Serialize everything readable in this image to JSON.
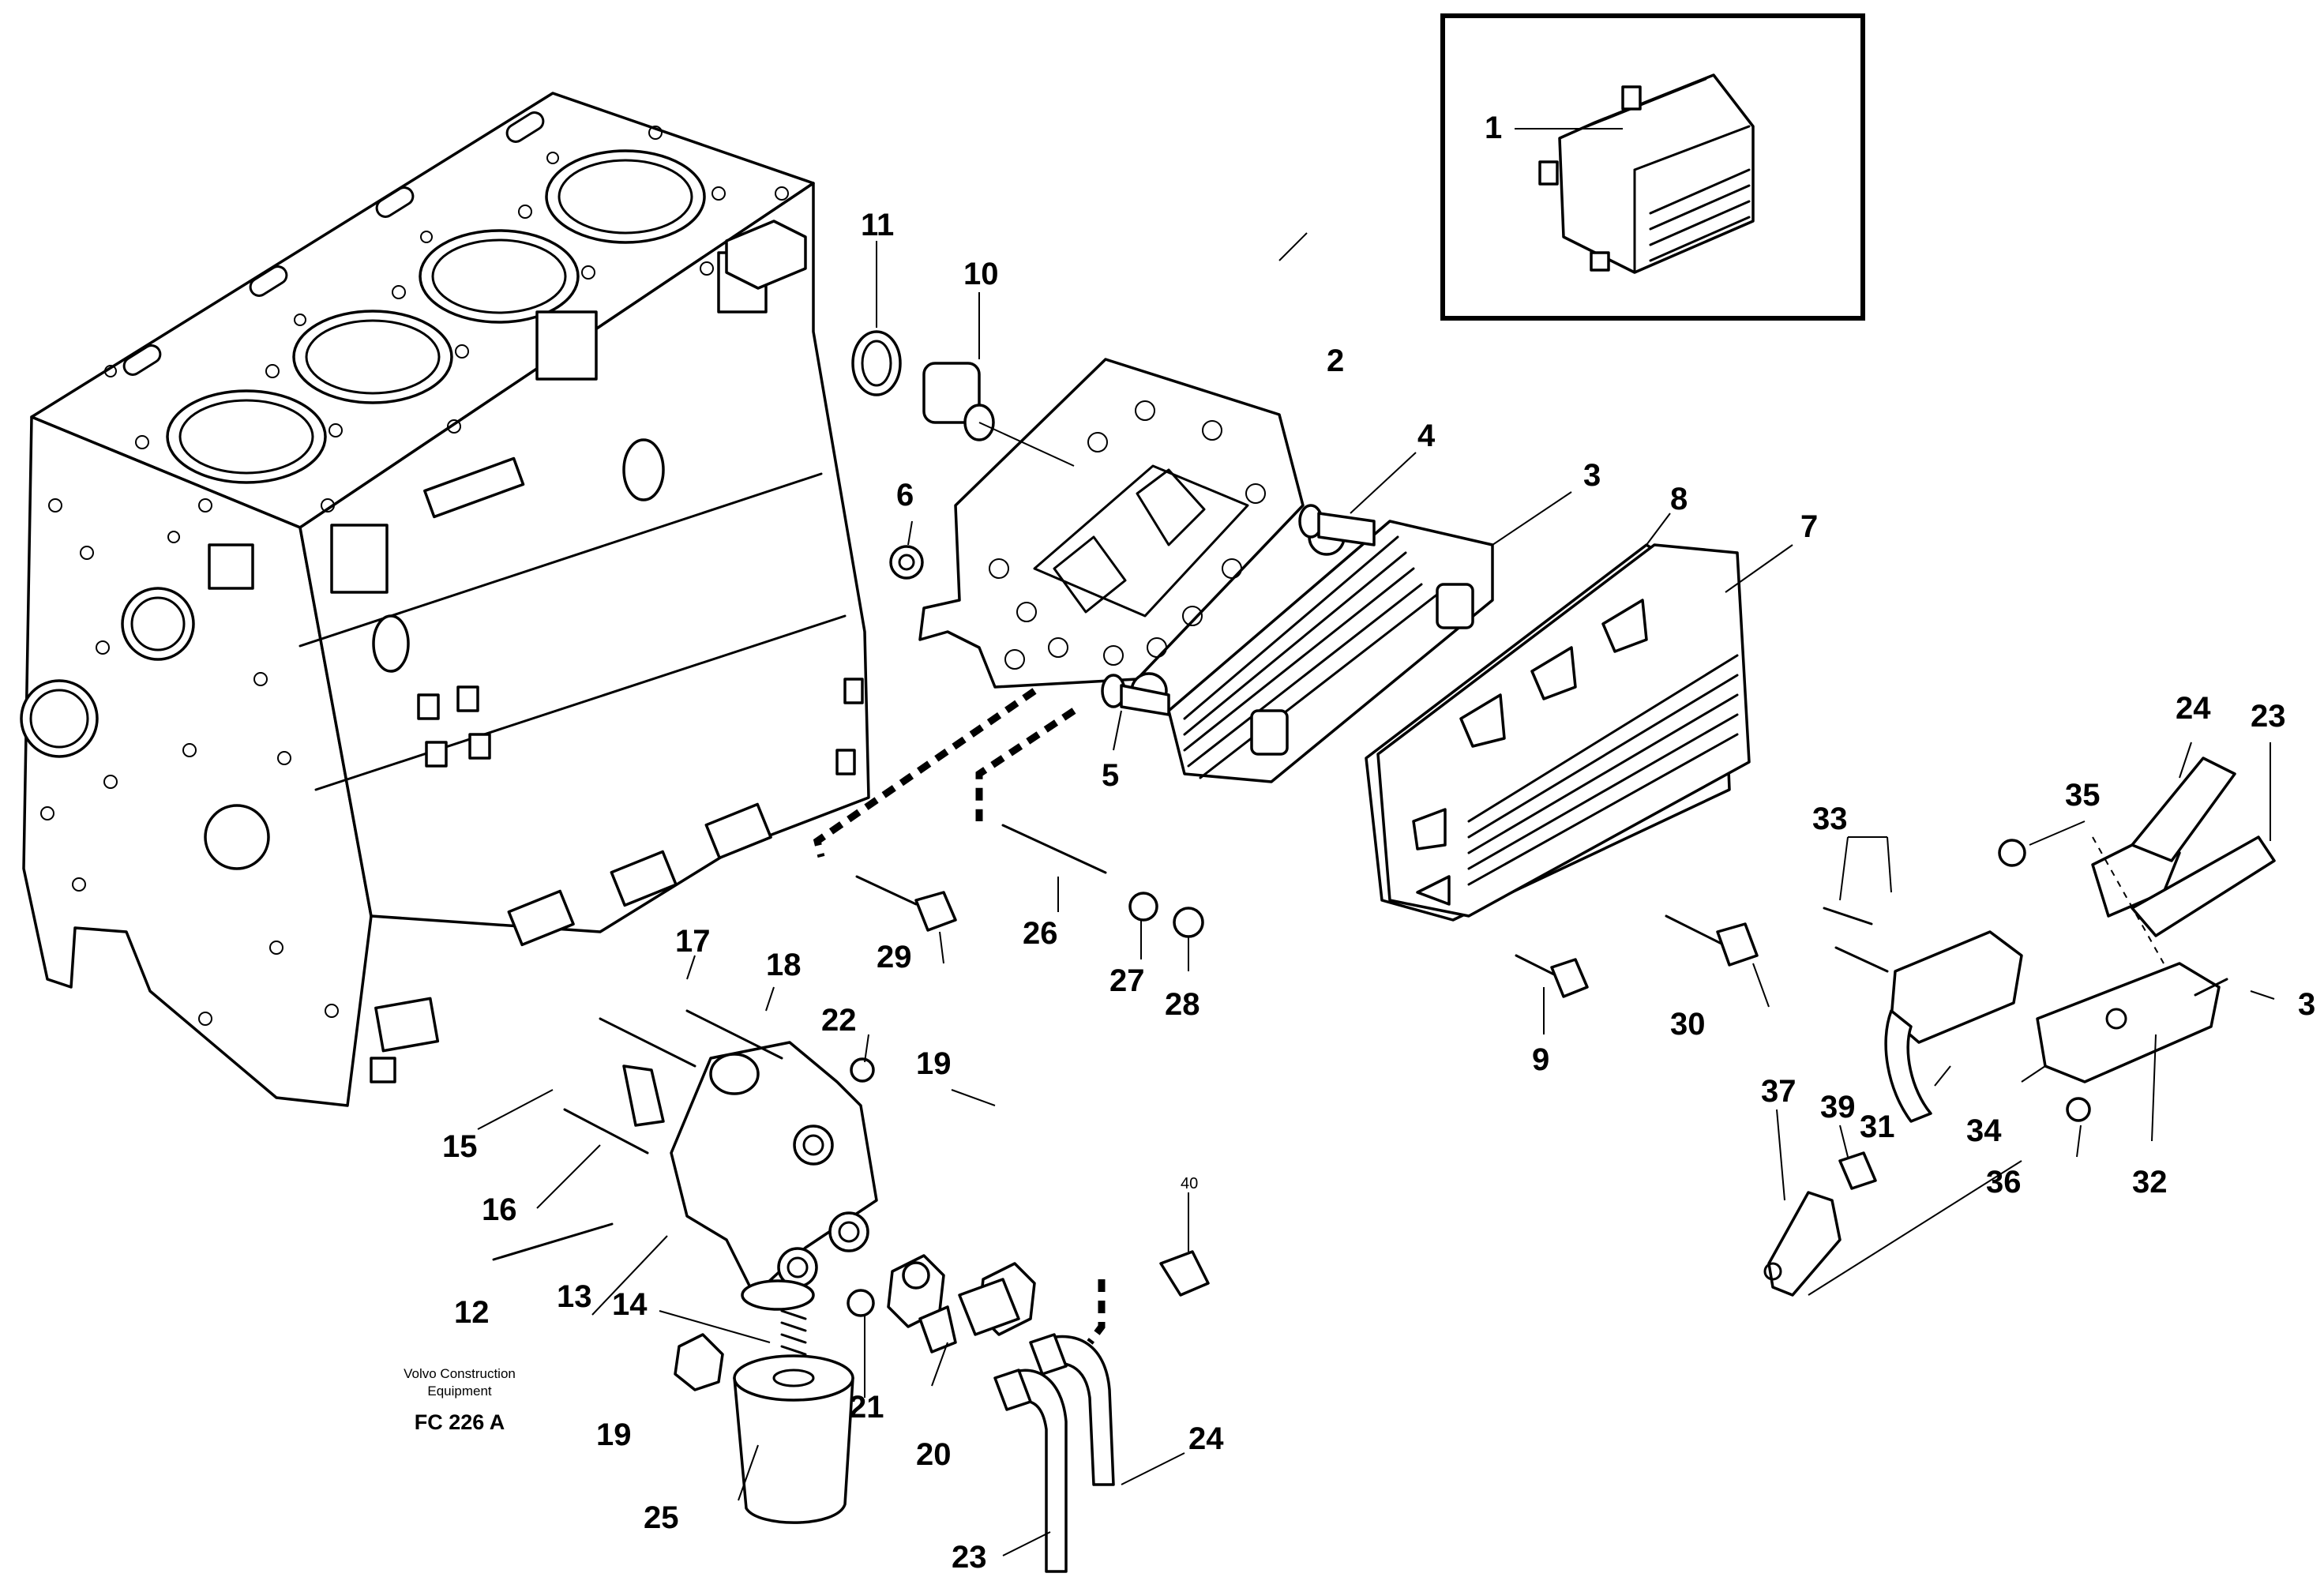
{
  "caption": {
    "company_line1": "Volvo Construction",
    "company_line2": "Equipment",
    "figure_code": "FC 226 A"
  },
  "labels": {
    "l1": "1",
    "l2": "2",
    "l3": "3",
    "l3b": "3",
    "l4": "4",
    "l5": "5",
    "l6": "6",
    "l7": "7",
    "l8": "8",
    "l9": "9",
    "l10": "10",
    "l11": "11",
    "l12": "12",
    "l13": "13",
    "l14": "14",
    "l15": "15",
    "l16": "16",
    "l17": "17",
    "l18": "18",
    "l19a": "19",
    "l19b": "19",
    "l20": "20",
    "l21": "21",
    "l22": "22",
    "l23a": "23",
    "l23b": "23",
    "l24a": "24",
    "l24b": "24",
    "l25": "25",
    "l26": "26",
    "l27": "27",
    "l28": "28",
    "l29": "29",
    "l30": "30",
    "l31": "31",
    "l32": "32",
    "l33": "33",
    "l34": "34",
    "l35": "35",
    "l36": "36",
    "l37": "37",
    "l39": "39",
    "l40": "40"
  }
}
